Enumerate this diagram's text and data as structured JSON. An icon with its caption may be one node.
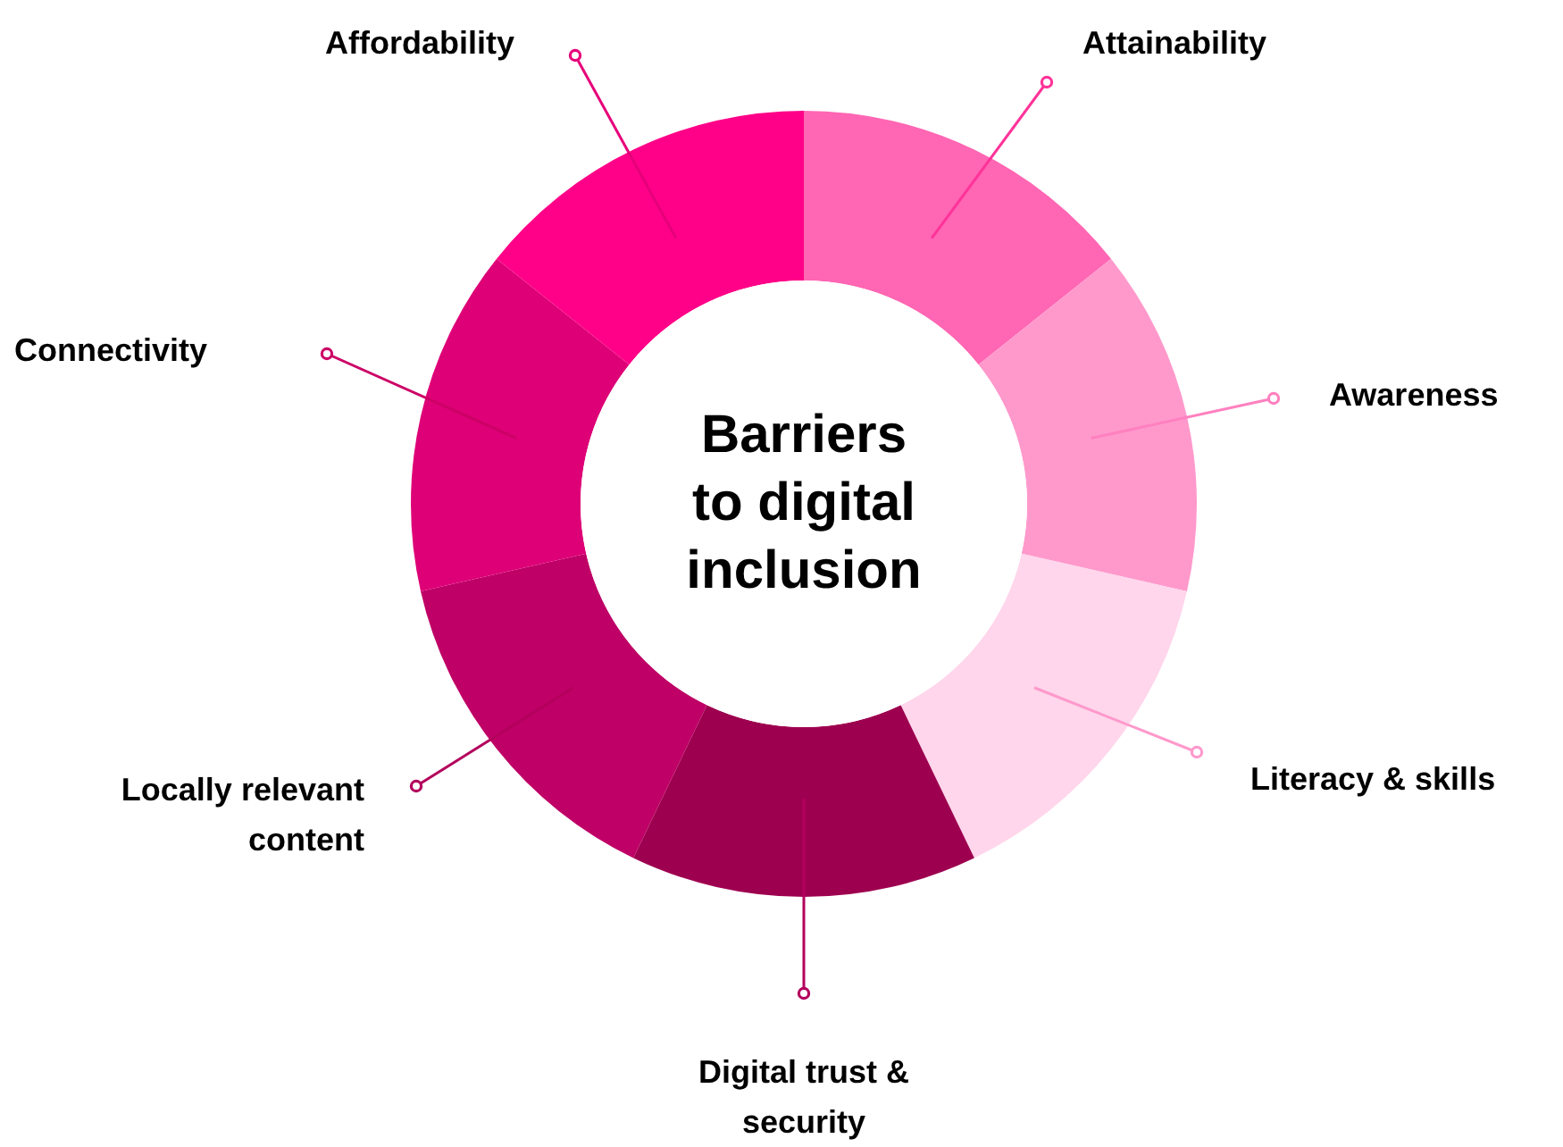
{
  "diagram": {
    "nodes": [
      {
        "text": [
          "Barriers to digital inclusion"
        ]
      },
      {
        "text": [
          "Attainability"
        ]
      },
      {
        "text": [
          "Awareness"
        ]
      },
      {
        "text": [
          "Literacy & skills"
        ]
      },
      {
        "text": [
          "Digital trust & security"
        ]
      },
      {
        "text": [
          "Locally relevant content"
        ]
      },
      {
        "text": [
          "Connectivity"
        ]
      },
      {
        "text": [
          "Affordability"
        ]
      },
      {
        "text": [],
        "shape": "wedge"
      },
      {
        "text": [],
        "shape": "wedge"
      },
      {
        "text": [],
        "shape": "wedge"
      },
      {
        "text": [],
        "shape": "wedge"
      },
      {
        "text": [],
        "shape": "wedge"
      },
      {
        "text": [],
        "shape": "wedge"
      },
      {
        "text": [],
        "shape": "wedge"
      }
    ],
    "edges": [
      {
        "from": 1,
        "to": 8,
        "arrow": "other",
        "color": "#ff3399"
      },
      {
        "from": 2,
        "to": 9,
        "arrow": "other",
        "color": "#ff80bf"
      },
      {
        "from": 3,
        "to": 10,
        "arrow": "other",
        "color": "#ff99cc"
      },
      {
        "from": 4,
        "to": 11,
        "arrow": "other",
        "color": "#b3005c"
      },
      {
        "from": 5,
        "to": 12,
        "arrow": "other",
        "color": "#b3005c"
      },
      {
        "from": 6,
        "to": 13,
        "arrow": "other",
        "color": "#cc0066"
      },
      {
        "from": 7,
        "to": 14,
        "arrow": "other",
        "color": "#e6007a"
      }
    ]
  }
}
